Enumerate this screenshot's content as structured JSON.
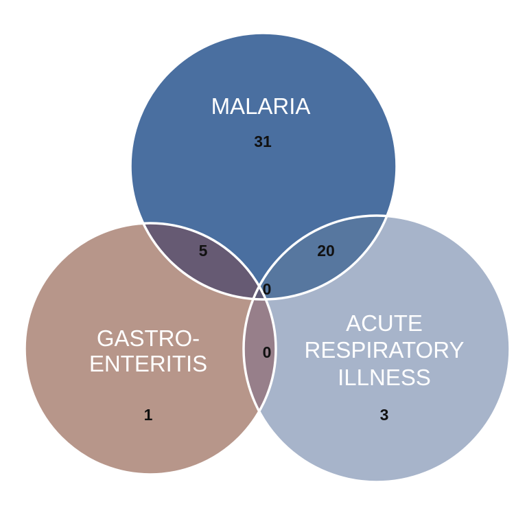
{
  "diagram": {
    "type": "venn",
    "sets": [
      {
        "id": "malaria",
        "label_lines": [
          "MALARIA"
        ],
        "color": "#4a6fa0"
      },
      {
        "id": "gastro",
        "label_lines": [
          "GASTRO-",
          "ENTERITIS"
        ],
        "color": "#b7968a"
      },
      {
        "id": "ari",
        "label_lines": [
          "ACUTE",
          "RESPIRATORY",
          "ILLNESS"
        ],
        "color": "#a7b4ca"
      }
    ],
    "regions": {
      "malaria_only": "31",
      "gastro_only": "1",
      "ari_only": "3",
      "malaria_gastro": "5",
      "malaria_ari": "20",
      "all_three": "0",
      "gastro_ari": "0"
    }
  }
}
